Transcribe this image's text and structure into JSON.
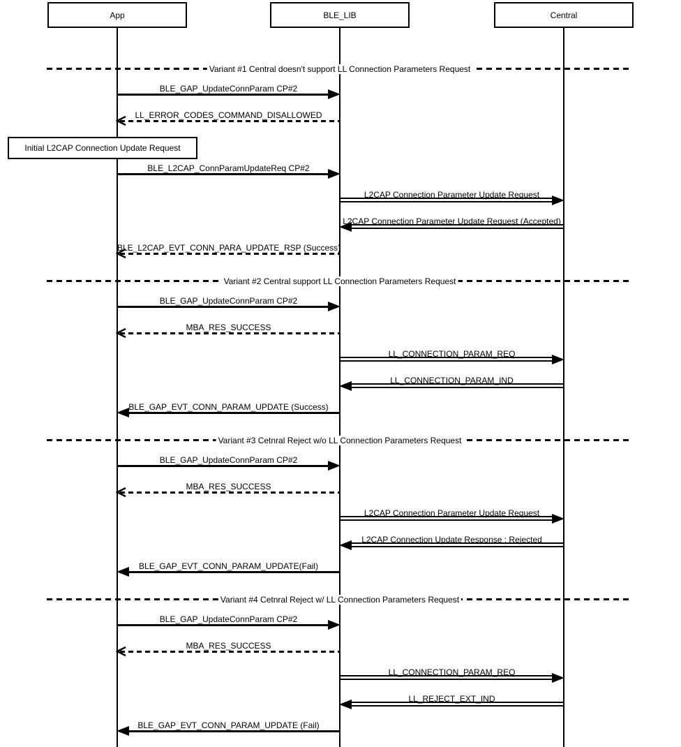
{
  "diagram": {
    "colors": {
      "line": "#000000",
      "background": "#ffffff",
      "text": "#000000"
    },
    "participants": [
      {
        "label": "App"
      },
      {
        "label": "BLE_LIB"
      },
      {
        "label": "Central"
      }
    ],
    "rows": [
      {
        "type": "divider",
        "label": "Variant #1 Central doesn't support LL Connection Parameters Request"
      },
      {
        "type": "message",
        "label": "BLE_GAP_UpdateConnParam CP#2",
        "from": "App",
        "to": "BLE_LIB",
        "line": "solid",
        "head": "filled"
      },
      {
        "type": "message",
        "label": "LL_ERROR_CODES_COMMAND_DISALLOWED",
        "from": "BLE_LIB",
        "to": "App",
        "line": "dashed",
        "head": "open"
      },
      {
        "type": "note",
        "label": "Initial L2CAP Connection Update Request"
      },
      {
        "type": "message",
        "label": "BLE_L2CAP_ConnParamUpdateReq CP#2",
        "from": "App",
        "to": "BLE_LIB",
        "line": "solid",
        "head": "filled"
      },
      {
        "type": "message",
        "label": "L2CAP Connection Parameter Update Request",
        "from": "BLE_LIB",
        "to": "Central",
        "line": "double",
        "head": "filled"
      },
      {
        "type": "message",
        "label": "L2CAP Connection Parameter Update Request (Accepted)",
        "from": "Central",
        "to": "BLE_LIB",
        "line": "double",
        "head": "filled"
      },
      {
        "type": "message",
        "label": "BLE_L2CAP_EVT_CONN_PARA_UPDATE_RSP (Success)",
        "from": "BLE_LIB",
        "to": "App",
        "line": "dashed",
        "head": "open"
      },
      {
        "type": "divider",
        "label": "Variant #2 Central support LL Connection Parameters Request"
      },
      {
        "type": "message",
        "label": "BLE_GAP_UpdateConnParam CP#2",
        "from": "App",
        "to": "BLE_LIB",
        "line": "solid",
        "head": "filled"
      },
      {
        "type": "message",
        "label": "MBA_RES_SUCCESS",
        "from": "BLE_LIB",
        "to": "App",
        "line": "dashed",
        "head": "open"
      },
      {
        "type": "message",
        "label": "LL_CONNECTION_PARAM_REQ",
        "from": "BLE_LIB",
        "to": "Central",
        "line": "double",
        "head": "filled"
      },
      {
        "type": "message",
        "label": "LL_CONNECTION_PARAM_IND",
        "from": "Central",
        "to": "BLE_LIB",
        "line": "double",
        "head": "filled"
      },
      {
        "type": "message",
        "label": "BLE_GAP_EVT_CONN_PARAM_UPDATE (Success)",
        "from": "BLE_LIB",
        "to": "App",
        "line": "solid",
        "head": "filled"
      },
      {
        "type": "divider",
        "label": "Variant #3 Cetnral Reject w/o LL Connection Parameters Request"
      },
      {
        "type": "message",
        "label": "BLE_GAP_UpdateConnParam CP#2",
        "from": "App",
        "to": "BLE_LIB",
        "line": "solid",
        "head": "filled"
      },
      {
        "type": "message",
        "label": "MBA_RES_SUCCESS",
        "from": "BLE_LIB",
        "to": "App",
        "line": "dashed",
        "head": "open"
      },
      {
        "type": "message",
        "label": "L2CAP Connection Parameter Update Request",
        "from": "BLE_LIB",
        "to": "Central",
        "line": "double",
        "head": "filled"
      },
      {
        "type": "message",
        "label": "L2CAP Connection Update Response : Rejected",
        "from": "Central",
        "to": "BLE_LIB",
        "line": "double",
        "head": "filled"
      },
      {
        "type": "message",
        "label": "BLE_GAP_EVT_CONN_PARAM_UPDATE(Fail)",
        "from": "BLE_LIB",
        "to": "App",
        "line": "solid",
        "head": "filled"
      },
      {
        "type": "divider",
        "label": "Variant #4 Cetnral Reject w/ LL Connection Parameters Request"
      },
      {
        "type": "message",
        "label": "BLE_GAP_UpdateConnParam CP#2",
        "from": "App",
        "to": "BLE_LIB",
        "line": "solid",
        "head": "filled"
      },
      {
        "type": "message",
        "label": "MBA_RES_SUCCESS",
        "from": "BLE_LIB",
        "to": "App",
        "line": "dashed",
        "head": "open"
      },
      {
        "type": "message",
        "label": "LL_CONNECTION_PARAM_REQ",
        "from": "BLE_LIB",
        "to": "Central",
        "line": "double",
        "head": "filled"
      },
      {
        "type": "message",
        "label": "LL_REJECT_EXT_IND",
        "from": "Central",
        "to": "BLE_LIB",
        "line": "double",
        "head": "filled"
      },
      {
        "type": "message",
        "label": "BLE_GAP_EVT_CONN_PARAM_UPDATE (Fail)",
        "from": "BLE_LIB",
        "to": "App",
        "line": "solid",
        "head": "filled"
      }
    ]
  }
}
